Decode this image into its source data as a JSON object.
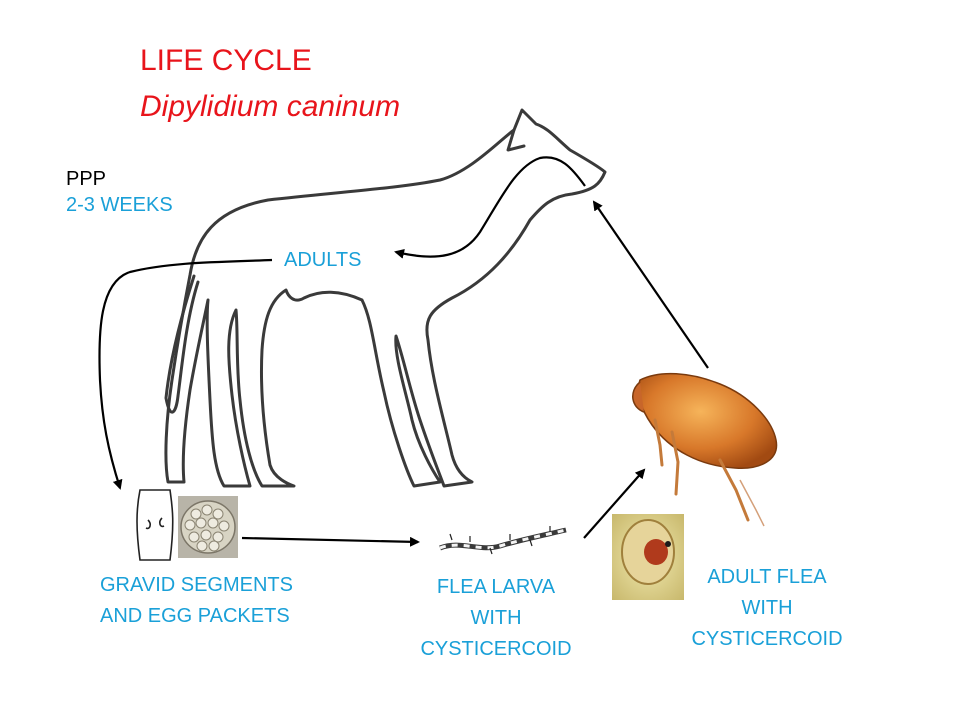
{
  "title": {
    "line1": "LIFE CYCLE",
    "line2": "Dipylidium caninum"
  },
  "ppp": {
    "label": "PPP",
    "value": "2-3 WEEKS"
  },
  "stages": {
    "adults": "ADULTS",
    "gravid": [
      "GRAVID SEGMENTS",
      "AND EGG PACKETS"
    ],
    "larva": [
      "FLEA LARVA",
      "WITH",
      "CYSTICERCOID"
    ],
    "adult_flea": [
      "ADULT FLEA",
      "WITH",
      "CYSTICERCOID"
    ]
  },
  "colors": {
    "title": "#e8141b",
    "label": "#1aa0d8",
    "outline": "#3a3a3a",
    "arrow": "#000000"
  }
}
